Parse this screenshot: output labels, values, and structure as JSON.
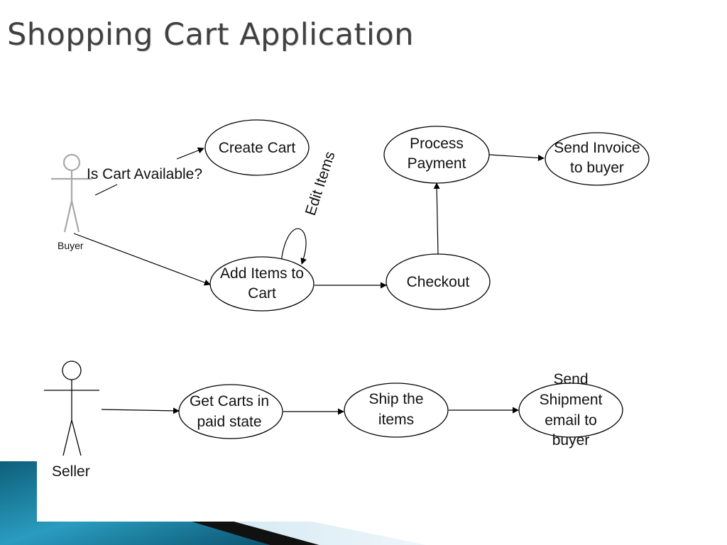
{
  "slide": {
    "title": "Shopping Cart Application"
  },
  "diagram": {
    "actors": {
      "buyer": "Buyer",
      "seller": "Seller"
    },
    "use_cases": {
      "create_cart": [
        "Create Cart"
      ],
      "add_items": [
        "Add Items to",
        "Cart"
      ],
      "checkout": [
        "Checkout"
      ],
      "process_payment": [
        "Process",
        "Payment"
      ],
      "send_invoice": [
        "Send Invoice",
        "to buyer"
      ],
      "get_carts": [
        "Get Carts in",
        "paid state"
      ],
      "ship_items": [
        "Ship the",
        "items"
      ],
      "send_shipment": [
        "Send",
        "Shipment",
        "email to",
        "buyer"
      ]
    },
    "edge_labels": {
      "is_cart_available": "Is Cart Available?",
      "edit_items": "Edit Items"
    }
  },
  "colors": {
    "title": "#404040",
    "buyer_actor": "#a8a8a8",
    "footer_teal": "#1f8fae",
    "footer_light": "#cfe6f2"
  }
}
